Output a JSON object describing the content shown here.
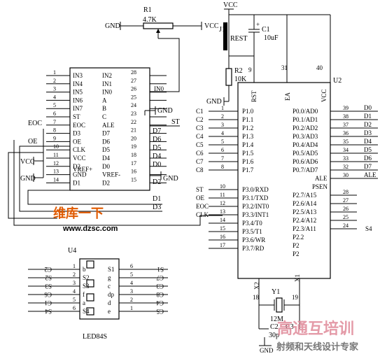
{
  "r1": {
    "name": "R1",
    "value": "4.7K",
    "gnd": "GND",
    "vcc": "VCC"
  },
  "top_vcc": "VCC",
  "rst_switch": {
    "ref": "J1",
    "label": "REST"
  },
  "c1": {
    "name": "C1",
    "value": "10uF"
  },
  "r2": {
    "name": "R2",
    "value": "10K",
    "gnd": "GND"
  },
  "pins_top": {
    "p9": "9",
    "p31": "31",
    "p40": "40"
  },
  "in0_net": "IN0",
  "adc": {
    "left_names": [
      "IN3",
      "IN4",
      "IN5",
      "IN6",
      "IN7",
      "ST",
      "EOC",
      "D3",
      "OE",
      "CLK",
      "VCC",
      "D2",
      "GND",
      "D1"
    ],
    "left_nums": [
      "1",
      "2",
      "3",
      "4",
      "5",
      "6",
      "7",
      "8",
      "9",
      "10",
      "11",
      "12",
      "13",
      "14"
    ],
    "right_names": [
      "IN2",
      "IN1",
      "IN0",
      "A",
      "B",
      "C",
      "ALE",
      "D7",
      "D6",
      "D5",
      "D4",
      "D0",
      "VREF-",
      "D2"
    ],
    "right_nums": [
      "28",
      "27",
      "26",
      "25",
      "24",
      "23",
      "22",
      "21",
      "20",
      "19",
      "18",
      "17",
      "16",
      "15"
    ],
    "vref_plus": "VREF+",
    "gnd_label": "GND"
  },
  "adc_ext_left": {
    "eoc": "EOC",
    "oe": "OE",
    "vcc": "VCC",
    "gnd": "GND"
  },
  "adc_ext_right": {
    "d7": "D7",
    "d6": "D6",
    "d5": "D5",
    "d4": "D4",
    "d0": "D0",
    "gnd": "GND",
    "d2": "D2",
    "st": "ST",
    "d1": "D1",
    "d3": "D3"
  },
  "u2": {
    "name": "U2",
    "rst": "RST",
    "ea": "EA",
    "vcc": "VCC",
    "p1_ext": [
      "C1",
      "C2",
      "C3",
      "C4",
      "C5",
      "C6",
      "C7",
      "C8"
    ],
    "p1_nums": [
      "1",
      "2",
      "3",
      "4",
      "5",
      "6",
      "7",
      "8"
    ],
    "p1_names": [
      "P1.0",
      "P1.1",
      "P1.2",
      "P1.3",
      "P1.4",
      "P1.5",
      "P1.6",
      "P1.7"
    ],
    "p0_names": [
      "P0.0/AD0",
      "P0.1/AD1",
      "P0.2/AD2",
      "P0.3/AD3",
      "P0.4/AD4",
      "P0.5/AD5",
      "P0.6/AD6",
      "P0.7/AD7"
    ],
    "p0_nums": [
      "39",
      "38",
      "37",
      "36",
      "35",
      "34",
      "33",
      "32"
    ],
    "p0_ext": [
      "D0",
      "D1",
      "D2",
      "D3",
      "D4",
      "D5",
      "D6",
      "D7"
    ],
    "ale": {
      "name": "ALE",
      "num": "30",
      "ext": "ALE"
    },
    "psen": "PSEN",
    "p2_names": [
      "P2.7/A15",
      "P2.6/A14",
      "P2.5/A13",
      "P2.4/A12",
      "P2.3/A11",
      "P2.2",
      "P2",
      "P2"
    ],
    "p2_nums": [
      "28",
      "27",
      "26",
      "25",
      "24"
    ],
    "s4": "S4",
    "p3_ext": [
      "ST",
      "OE",
      "EOC",
      "CLK"
    ],
    "p3_nums": [
      "10",
      "11",
      "12",
      "13",
      "14",
      "15",
      "16",
      "17"
    ],
    "p3_names": [
      "P3.0/RXD",
      "P3.1/TXD",
      "P3.2/INT0",
      "P3.3/INT1",
      "P3.4/T0",
      "P3.5/T1",
      "P3.6/WR",
      "P3.7/RD"
    ],
    "x2": "X2",
    "x1": "X1"
  },
  "crystal": {
    "name": "Y1",
    "value": "12M",
    "c2": "C2",
    "c3": "C3",
    "cap": "30p",
    "p18": "18",
    "p19": "19",
    "gnd": "GND"
  },
  "u4": {
    "name": "U4",
    "part": "LED84S",
    "left_labels": [
      "b",
      "S2",
      "S3",
      "f",
      "a",
      "S4"
    ],
    "left_nums": [
      "1",
      "2",
      "3",
      "4",
      "5",
      "6"
    ],
    "right_labels": [
      "S1",
      "g",
      "c",
      "dp",
      "d",
      "e"
    ],
    "right_nums": [
      "6",
      "5",
      "4",
      "3",
      "2",
      "1"
    ],
    "left_ext": [
      "C2",
      "S2",
      "S3",
      "C6",
      "C1",
      "S4"
    ],
    "right_ext": [
      "S1",
      "C7",
      "C3",
      "C8",
      "C4",
      "C5"
    ]
  },
  "watermark1": {
    "a": "维库一下",
    "b": "www.dzsc.com"
  },
  "watermark2": {
    "a": "高通互培训",
    "b": "射频和天线设计专家"
  }
}
